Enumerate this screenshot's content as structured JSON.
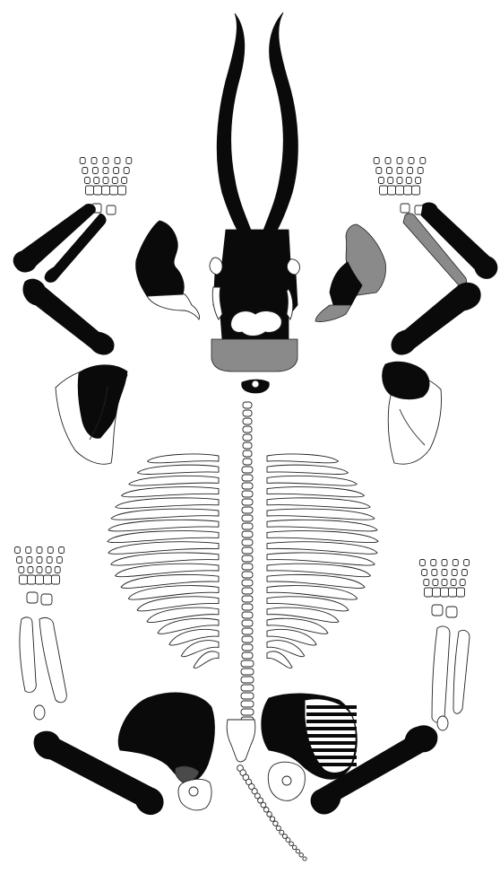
{
  "figure": {
    "subject": "skeleton-element-map",
    "orientation": "dorsal-view-head-up",
    "legend": {
      "preserved_color": "#0a0a0a",
      "partial_color": "#8a8a8a",
      "dark_gray_color": "#4a4a4a",
      "absent_color": "#ffffff",
      "outline_color": "#222222"
    },
    "counts": {
      "left_ribs": 19,
      "right_ribs": 19,
      "presacral_vertebrae": 40,
      "caudal_vertebrae": 22
    }
  }
}
